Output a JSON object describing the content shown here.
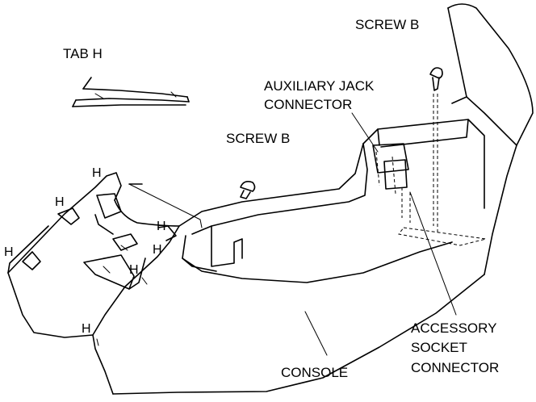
{
  "labels": {
    "tab_h": "TAB H",
    "screw_b_top": "SCREW B",
    "screw_b_mid": "SCREW B",
    "aux_jack_line1": "AUXILIARY JACK",
    "aux_jack_line2": "CONNECTOR",
    "accessory_line1": "ACCESSORY",
    "accessory_line2": "SOCKET",
    "accessory_line3": "CONNECTOR",
    "console": "CONSOLE"
  },
  "tab_markers": [
    "H",
    "H",
    "H",
    "H",
    "H",
    "H",
    "H"
  ]
}
